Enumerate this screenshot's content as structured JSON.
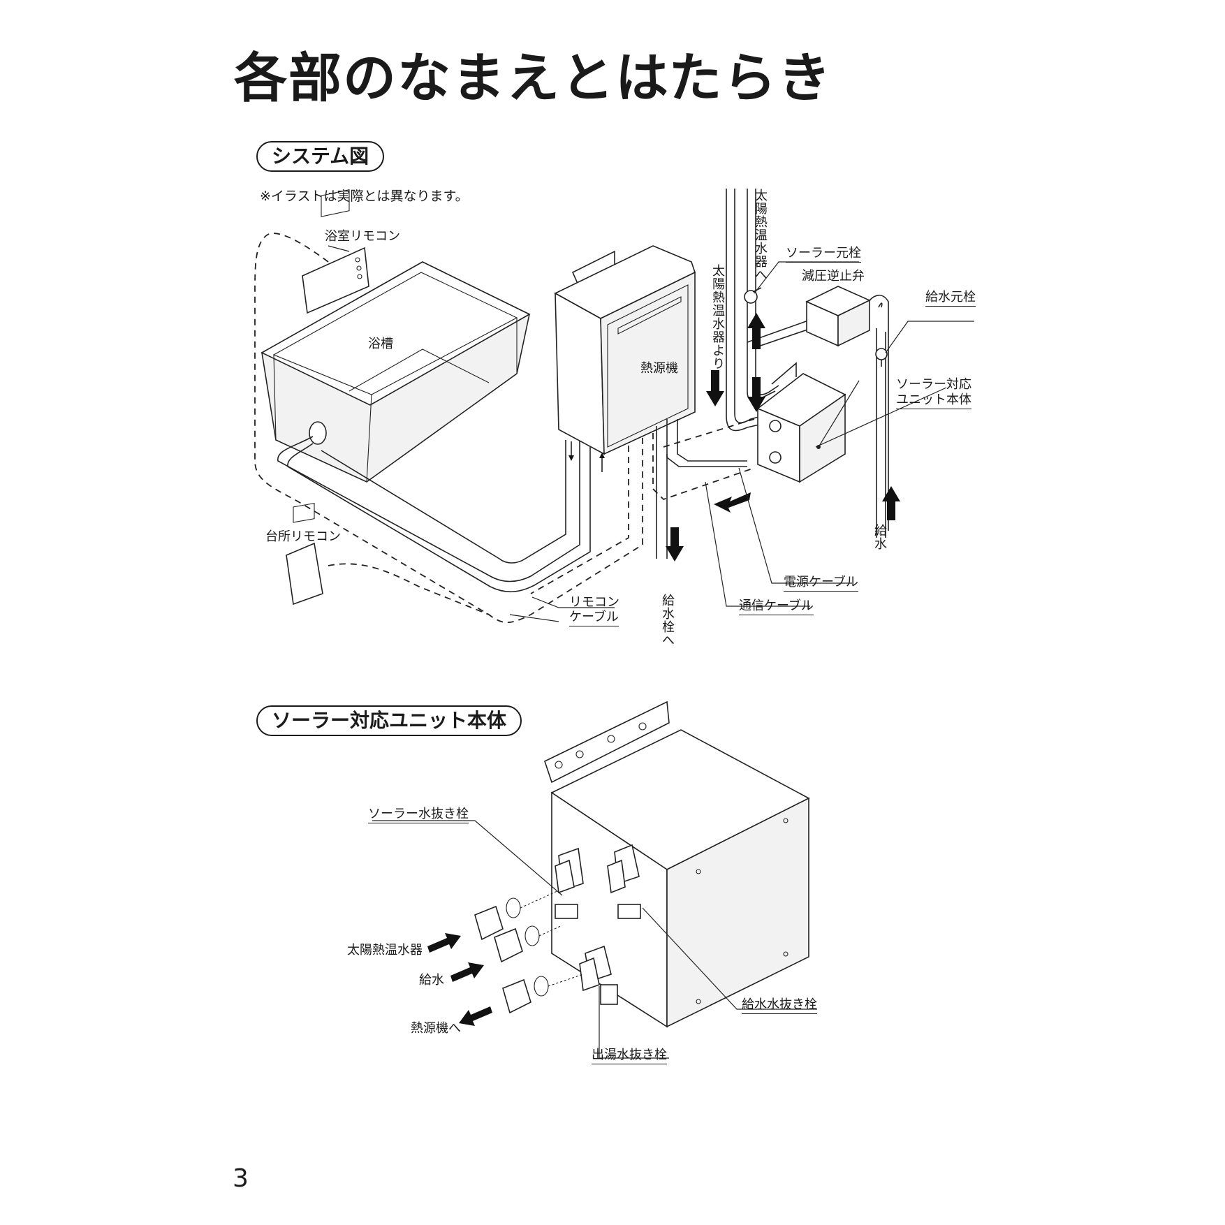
{
  "title": "各部のなまえとはたらき",
  "page_number": "3",
  "system_section": {
    "heading": "システム図",
    "note": "※イラストは実際とは異なります。",
    "labels": {
      "bath_remote": "浴室リモコン",
      "bathtub": "浴槽",
      "heat_source": "熱源機",
      "kitchen_remote": "台所リモコン",
      "remote_cable_line1": "リモコン",
      "remote_cable_line2": "ケーブル",
      "to_water_tap": "給水栓へ",
      "comm_cable": "通信ケーブル",
      "power_cable": "電源ケーブル",
      "to_solar_heater": "太陽熱温水器へ",
      "from_solar_heater": "太陽熱温水器より",
      "solar_main_valve": "ソーラー元栓",
      "pressure_check_valve": "減圧逆止弁",
      "water_main_valve": "給水元栓",
      "solar_unit_line1": "ソーラー対応",
      "solar_unit_line2": "ユニット本体",
      "water_supply": "給水"
    }
  },
  "unit_section": {
    "heading": "ソーラー対応ユニット本体",
    "labels": {
      "solar_drain_plug": "ソーラー水抜き栓",
      "solar_heater": "太陽熱温水器",
      "water_supply": "給水",
      "to_heat_source": "熱源機へ",
      "water_drain_plug": "給水水抜き栓",
      "outlet_drain_plug": "出湯水抜き栓"
    }
  }
}
